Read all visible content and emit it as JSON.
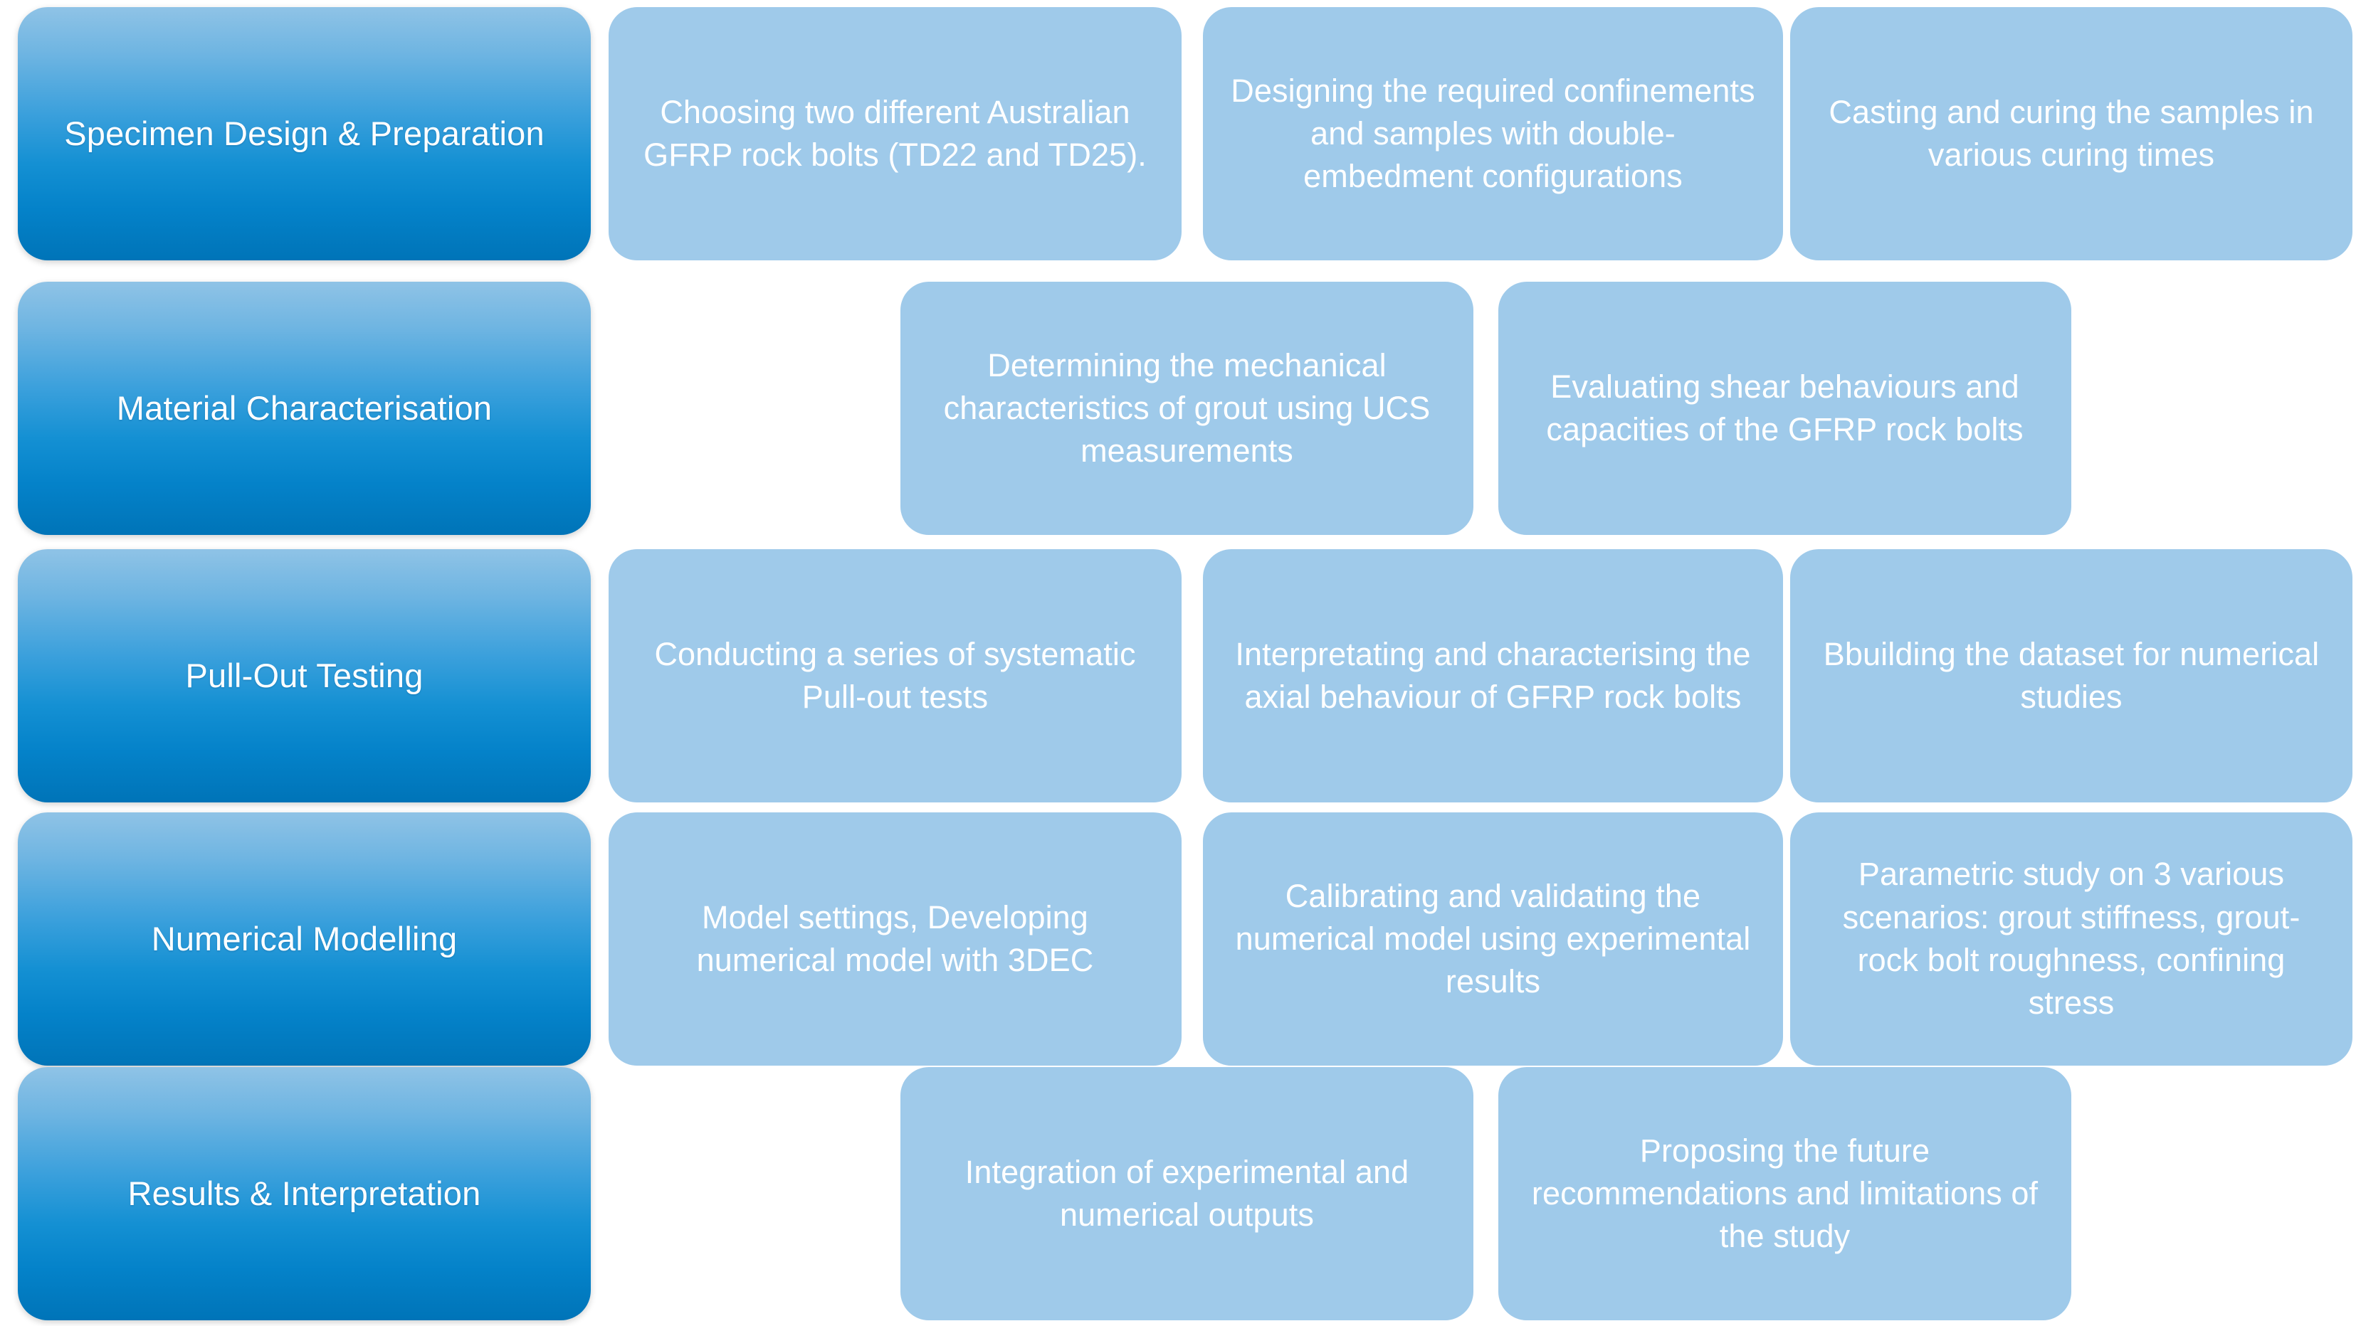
{
  "theme": {
    "background": "#ffffff",
    "stage_gradient_top": "#8FC3E6",
    "stage_gradient_bottom": "#0074B8",
    "task_fill": "#9FCAEA",
    "text_color": "#ffffff"
  },
  "rows": [
    {
      "stage": "Specimen Design & Preparation",
      "layout": "three",
      "tasks": [
        "Choosing two different Australian GFRP rock bolts (TD22 and TD25).",
        "Designing the required confinements and samples with double-embedment configurations",
        "Casting and curing the samples in various curing times"
      ]
    },
    {
      "stage": "Material Characterisation",
      "layout": "two",
      "tasks": [
        "Determining the mechanical characteristics of grout using UCS measurements",
        "Evaluating shear behaviours and capacities of the GFRP rock bolts"
      ]
    },
    {
      "stage": "Pull-Out Testing",
      "layout": "three",
      "tasks": [
        "Conducting a series of systematic Pull-out tests",
        "Interpretating and characterising the axial behaviour of GFRP rock bolts",
        "Bbuilding the dataset for numerical studies"
      ]
    },
    {
      "stage": "Numerical Modelling",
      "layout": "three",
      "tasks": [
        "Model settings, Developing numerical model with 3DEC",
        "Calibrating and validating the numerical model using experimental results",
        "Parametric study on 3 various scenarios: grout stiffness, grout-rock bolt roughness, confining stress"
      ]
    },
    {
      "stage": "Results & Interpretation",
      "layout": "two",
      "tasks": [
        "Integration of experimental and numerical outputs",
        "Proposing the future recommendations and limitations of the study"
      ]
    }
  ]
}
